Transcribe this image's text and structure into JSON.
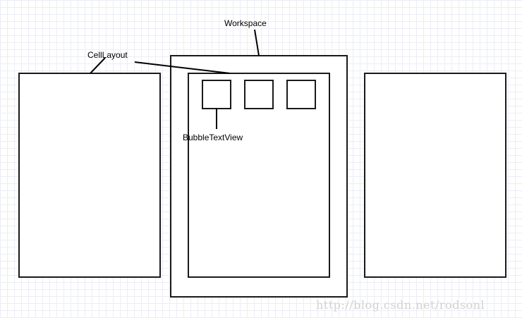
{
  "labels": {
    "workspace": "Workspace",
    "cell_layout": "CellLayout",
    "bubble_text_view": "BubbleTextView"
  },
  "watermark": "http://blog.csdn.net/rodsonl",
  "colors": {
    "stroke": "#1a1a1a",
    "grid": "#eceef5",
    "watermark": "#d2d2d2"
  }
}
